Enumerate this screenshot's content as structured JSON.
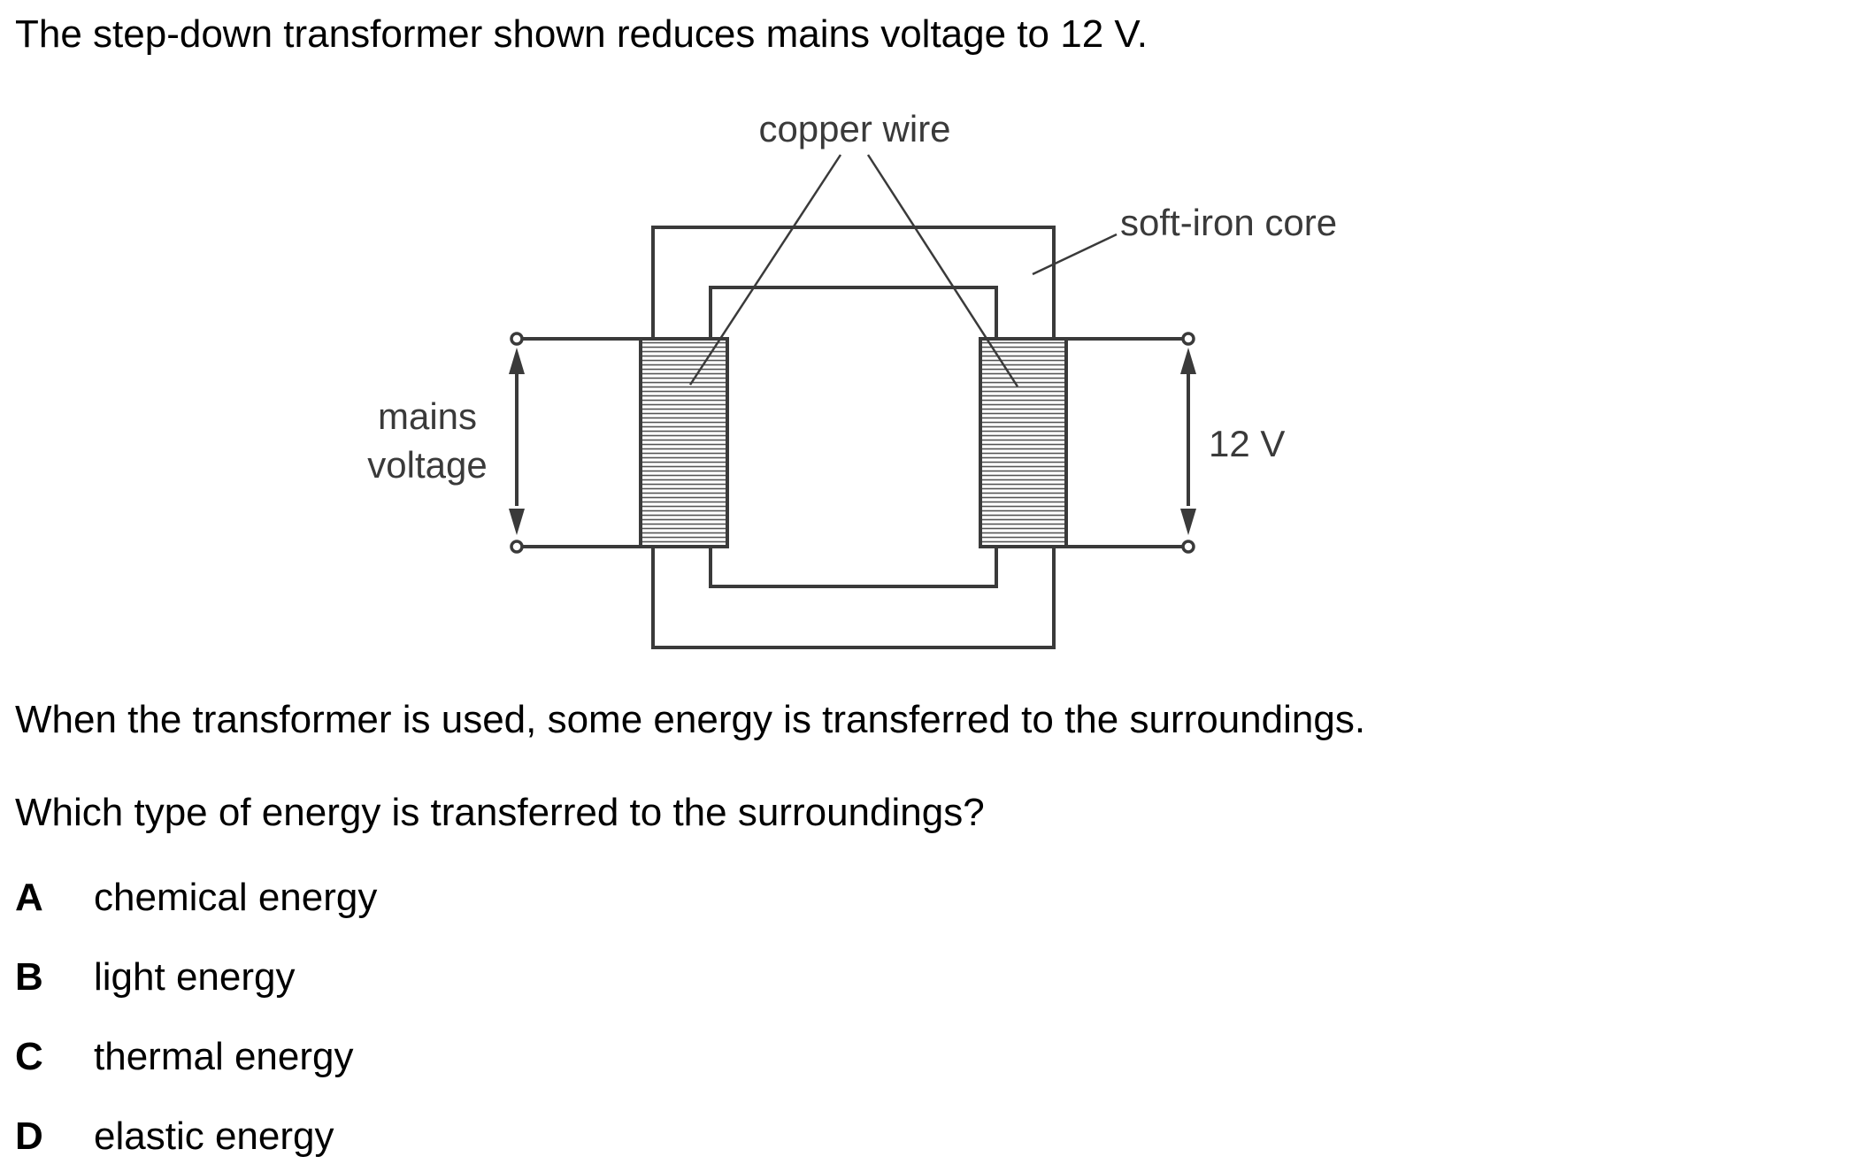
{
  "question": {
    "intro": "The step-down transformer shown reduces mains voltage to 12 V.",
    "statement": "When the transformer is used, some energy is transferred to the surroundings.",
    "prompt": "Which type of energy is transferred to the surroundings?"
  },
  "diagram": {
    "label_copper_wire": "copper wire",
    "label_core": "soft-iron core",
    "label_input_line1": "mains",
    "label_input_line2": "voltage",
    "label_output": "12 V"
  },
  "options": [
    {
      "letter": "A",
      "text": "chemical energy"
    },
    {
      "letter": "B",
      "text": "light energy"
    },
    {
      "letter": "C",
      "text": "thermal energy"
    },
    {
      "letter": "D",
      "text": "elastic energy"
    }
  ]
}
